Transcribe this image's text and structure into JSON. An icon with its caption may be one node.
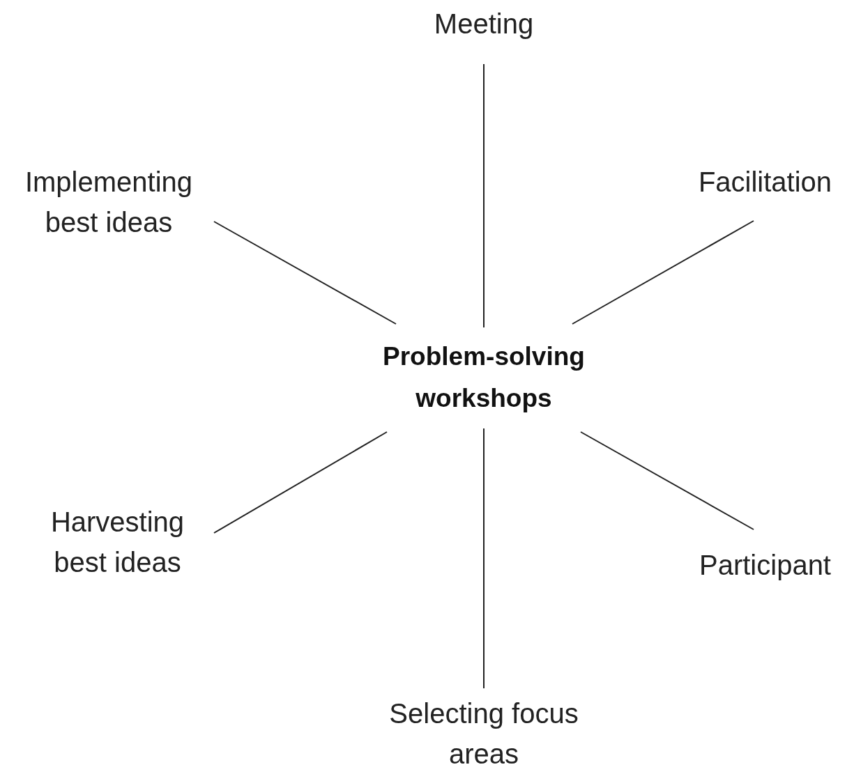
{
  "diagram": {
    "nodes": [
      {
        "text": [
          "Meeting"
        ]
      },
      {
        "text": [
          "Implementing best ideas"
        ]
      },
      {
        "text": [
          "Facilitation"
        ]
      },
      {
        "text": [
          "Problem-solving workshops"
        ]
      },
      {
        "text": [
          "Harvesting best ideas"
        ]
      },
      {
        "text": [
          "Participant"
        ]
      },
      {
        "text": [
          "Selecting focus areas"
        ]
      }
    ],
    "edges": [
      {
        "from": 3,
        "to": 0,
        "arrow": "none"
      },
      {
        "from": 3,
        "to": 1,
        "arrow": "none"
      },
      {
        "from": 3,
        "to": 2,
        "arrow": "none"
      },
      {
        "from": 3,
        "to": 4,
        "arrow": "none"
      },
      {
        "from": 3,
        "to": 5,
        "arrow": "none"
      },
      {
        "from": 3,
        "to": 6,
        "arrow": "none"
      }
    ]
  }
}
